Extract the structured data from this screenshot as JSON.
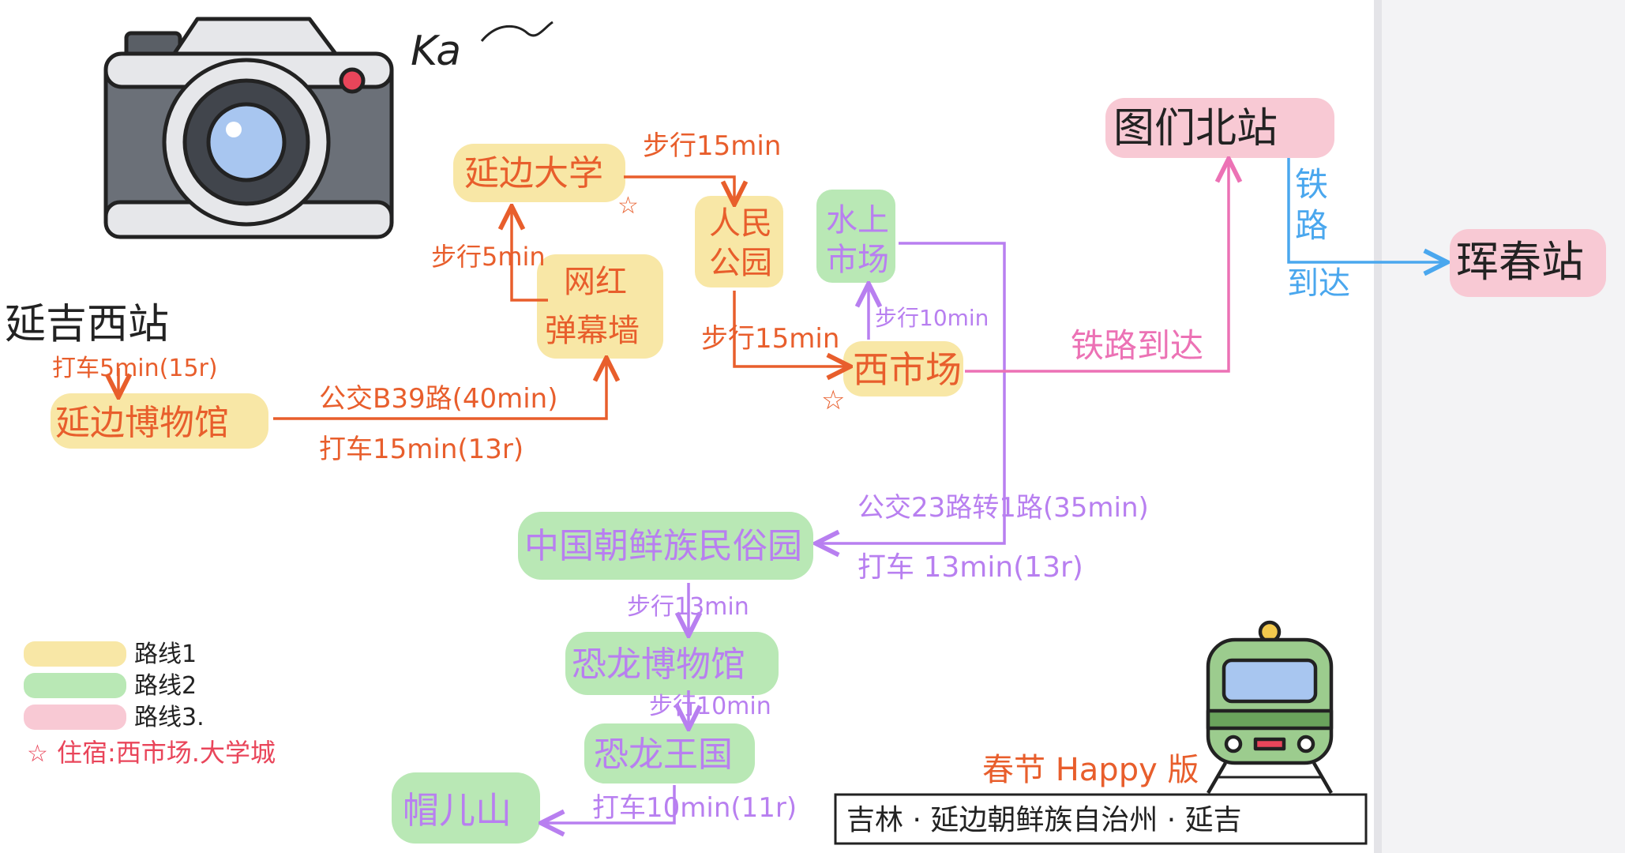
{
  "header": {
    "ka_text": "Ka"
  },
  "colors": {
    "route1": "#f8e7a6",
    "route2": "#b9e8b5",
    "route3": "#f8c9d4",
    "orange": "#e85e2c",
    "purple": "#b87ff0",
    "pink": "#ec72b5",
    "blue": "#4aa7ee"
  },
  "nodes": {
    "yanji_west": "延吉西站",
    "museum": "延边博物馆",
    "yanbian_univ": "延边大学",
    "wanghong": [
      "网红",
      "弹幕墙"
    ],
    "peoples_park": [
      "人民",
      "公园"
    ],
    "water_market": [
      "水上",
      "市场"
    ],
    "west_market": "西市场",
    "tumen_north": "图们北站",
    "hunchun": "珲春站",
    "folk_park": "中国朝鲜族民俗园",
    "dino_museum": "恐龙博物馆",
    "dino_kingdom": "恐龙王国",
    "maoer_mountain": "帽儿山"
  },
  "edges": {
    "taxi_west_to_museum": "打车5min(15r)",
    "bus_b39": "公交B39路(40min)",
    "taxi_museum": "打车15min(13r)",
    "walk_wanghong_univ": "步行5min",
    "walk_univ_park": "步行15min",
    "walk_park_market": "步行15min",
    "walk_market_water": "步行10min",
    "rail_arrive": "铁路到达",
    "rail_tumen": [
      "铁",
      "路"
    ],
    "rail_tumen_arrive": "到达",
    "bus_23": "公交23路转1路(35min)",
    "taxi_13": "打车 13min(13r)",
    "walk_13": "步行13min",
    "walk_10": "步行10min",
    "taxi_10": "打车10min(11r)"
  },
  "legend": {
    "route1": "路线1",
    "route2": "路线2",
    "route3": "路线3.",
    "stay_note": "住宿:西市场.大学城"
  },
  "footer": {
    "edition": "春节 Happy 版",
    "title": "吉林 · 延边朝鲜族自治州 · 延吉"
  }
}
